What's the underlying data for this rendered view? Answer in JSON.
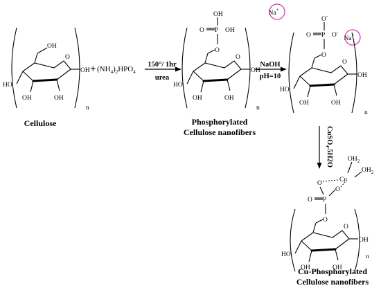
{
  "labels": {
    "cellulose": "Cellulose",
    "phos_line1": "Phosphorylated",
    "phos_line2": "Cellulose nanofibers",
    "cu_line1": "Cu-Phosphorylated",
    "cu_line2": "Cellulose nanofibers"
  },
  "reagent": {
    "plus": "+",
    "prefix": "(NH",
    "sub4": "4",
    "mid": ")",
    "sub2": "2",
    "suffix": "HPO",
    "sub4b": "4"
  },
  "conditions": {
    "step1_top": "150°/ 1hr",
    "step1_bottom": "urea",
    "step2_top": "NaOH",
    "step2_bottom": "pH=10",
    "step3": "CuSO₄.5H2O"
  },
  "atoms": {
    "oh": "OH",
    "ho": "HO",
    "o": "O",
    "p": "P",
    "cu": "Cu",
    "n": "n",
    "o_minus": "O",
    "minus": "-",
    "oh2": "OH",
    "two": "2"
  },
  "ions": {
    "na": "Na",
    "plus": "+"
  }
}
